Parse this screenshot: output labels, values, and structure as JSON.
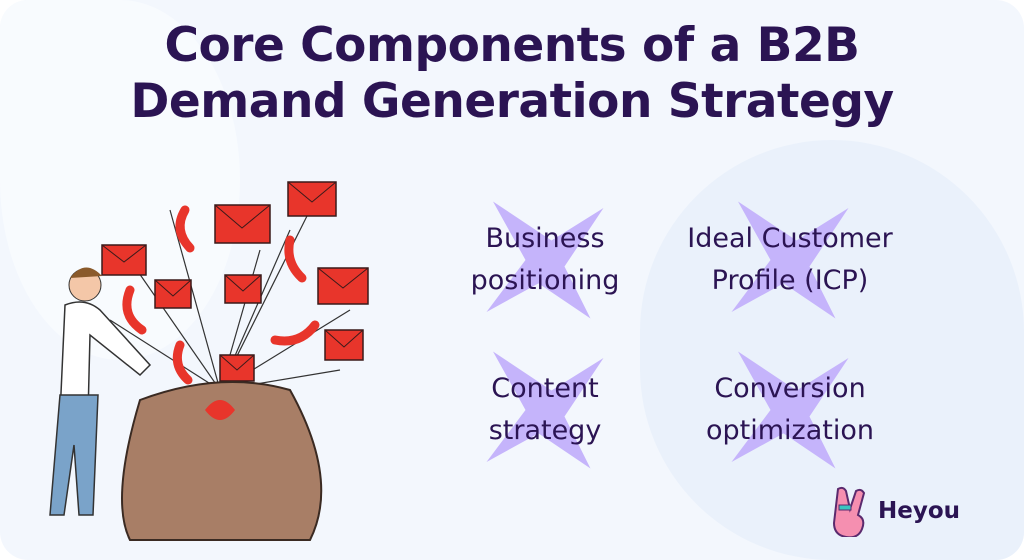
{
  "title": {
    "line1": "Core Components of a B2B",
    "line2": "Demand Generation Strategy"
  },
  "components": [
    {
      "label_line1": "Business",
      "label_line2": "positioning"
    },
    {
      "label_line1": "Ideal Customer",
      "label_line2": "Profile (ICP)"
    },
    {
      "label_line1": "Content",
      "label_line2": "strategy"
    },
    {
      "label_line1": "Conversion",
      "label_line2": "optimization"
    }
  ],
  "brand": {
    "name": "Heyou"
  },
  "colors": {
    "title": "#2b1453",
    "star": "#c5b4fb",
    "background": "#f3f7fd",
    "envelope": "#e8352b"
  }
}
